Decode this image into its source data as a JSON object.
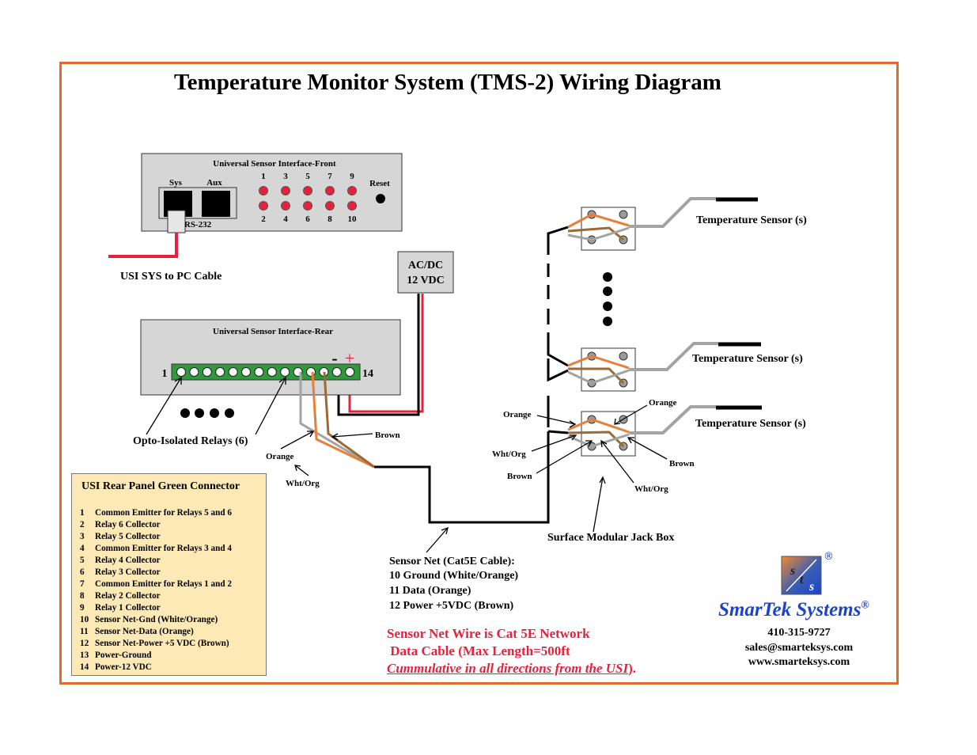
{
  "title": "Temperature Monitor System (TMS-2) Wiring Diagram",
  "usi_front": {
    "label": "Universal Sensor Interface-Front",
    "sys": "Sys",
    "aux": "Aux",
    "rs232": "RS-232",
    "reset": "Reset",
    "top_numbers": [
      "1",
      "3",
      "5",
      "7",
      "9"
    ],
    "bottom_numbers": [
      "2",
      "4",
      "6",
      "8",
      "10"
    ]
  },
  "pc_cable_label": "USI SYS to PC Cable",
  "power": {
    "line1": "AC/DC",
    "line2": "12 VDC"
  },
  "usi_rear": {
    "label": "Universal Sensor Interface-Rear",
    "pin_first": "1",
    "pin_last": "14",
    "minus": "-",
    "plus": "+"
  },
  "relays_label": "Opto-Isolated Relays (6)",
  "wire_labels": {
    "brown": "Brown",
    "orange": "Orange",
    "wht_org": "Wht/Org"
  },
  "legend": {
    "title": "USI Rear Panel Green Connector",
    "items": [
      {
        "n": "1",
        "text": "Common Emitter for Relays 5 and 6"
      },
      {
        "n": "2",
        "text": "Relay 6 Collector"
      },
      {
        "n": "3",
        "text": "Relay 5 Collector"
      },
      {
        "n": "4",
        "text": "Common Emitter for Relays 3 and 4"
      },
      {
        "n": "5",
        "text": "Relay 4 Collector"
      },
      {
        "n": "6",
        "text": "Relay 3 Collector"
      },
      {
        "n": "7",
        "text": "Common Emitter for Relays 1 and 2"
      },
      {
        "n": "8",
        "text": "Relay 2 Collector"
      },
      {
        "n": "9",
        "text": "Relay 1 Collector"
      },
      {
        "n": "10",
        "text": "Sensor Net-Gnd (White/Orange)"
      },
      {
        "n": "11",
        "text": "Sensor Net-Data (Orange)"
      },
      {
        "n": "12",
        "text": "Sensor Net-Power +5 VDC (Brown)"
      },
      {
        "n": "13",
        "text": "Power-Ground"
      },
      {
        "n": "14",
        "text": "Power-12 VDC"
      }
    ]
  },
  "sensor_net": {
    "title": "Sensor Net (Cat5E Cable):",
    "line1": "10  Ground (White/Orange)",
    "line2": "11  Data (Orange)",
    "line3": "12  Power +5VDC (Brown)"
  },
  "temp_sensor_label": "Temperature Sensor (s)",
  "jack_box_label": "Surface Modular Jack Box",
  "note": {
    "line1": "Sensor Net Wire is Cat 5E Network",
    "line2": " Data Cable (Max Length=500ft",
    "line3_italic": "Cummulative in all directions from the USI",
    "line3_end": ")."
  },
  "company": {
    "name": "SmarTek Systems",
    "reg": "®",
    "logo_letters": [
      "s",
      "t",
      "s"
    ],
    "phone": "410-315-9727",
    "email": "sales@smarteksys.com",
    "web": "www.smarteksys.com"
  },
  "colors": {
    "border": "#e46a2a",
    "red": "#e6213b",
    "orange_wire": "#e67e3c",
    "brown_wire": "#9c6b33",
    "gray_wire": "#a3a3a3",
    "green_connector": "#2f9a3d",
    "brand_blue": "#1b44c9"
  }
}
